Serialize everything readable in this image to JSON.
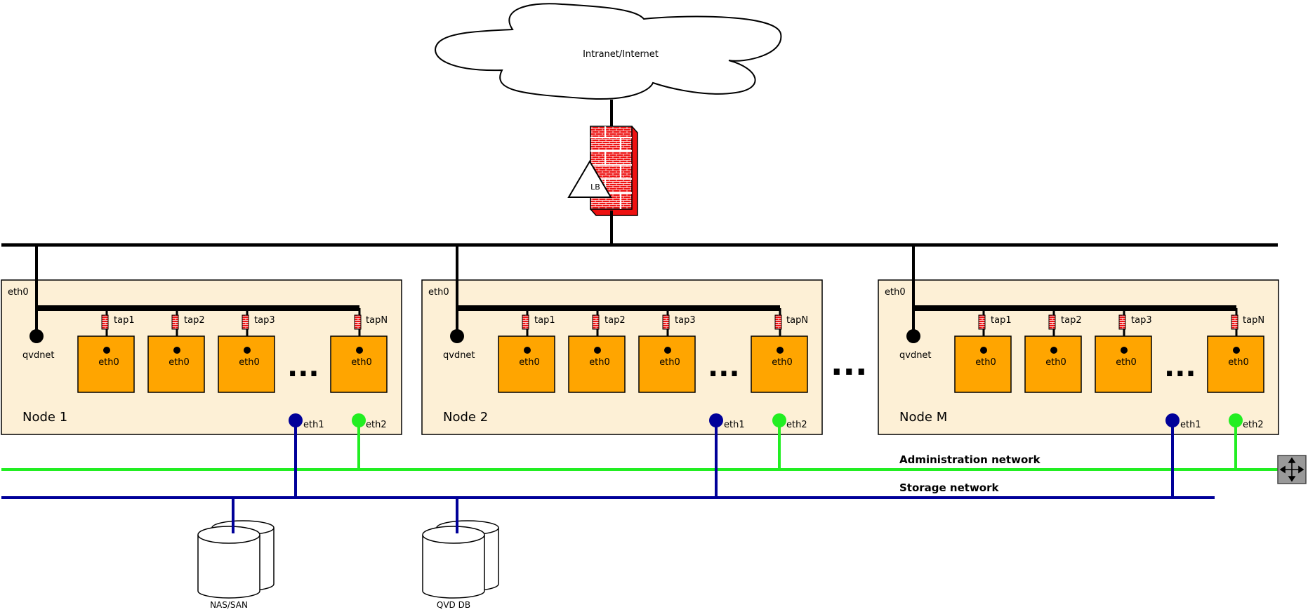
{
  "cloud": {
    "label": "Intranet/Internet"
  },
  "firewall": {
    "lb_label": "LB"
  },
  "ellipsis": "...",
  "nodes": [
    {
      "title": "Node 1",
      "uplink": "eth0",
      "bridge": "qvdnet",
      "taps": [
        "tap1",
        "tap2",
        "tap3",
        "tapN"
      ],
      "vm_iface": "eth0",
      "eth1": "eth1",
      "eth2": "eth2"
    },
    {
      "title": "Node 2",
      "uplink": "eth0",
      "bridge": "qvdnet",
      "taps": [
        "tap1",
        "tap2",
        "tap3",
        "tapN"
      ],
      "vm_iface": "eth0",
      "eth1": "eth1",
      "eth2": "eth2"
    },
    {
      "title": "Node M",
      "uplink": "eth0",
      "bridge": "qvdnet",
      "taps": [
        "tap1",
        "tap2",
        "tap3",
        "tapN"
      ],
      "vm_iface": "eth0",
      "eth1": "eth1",
      "eth2": "eth2"
    }
  ],
  "networks": {
    "admin": {
      "label": "Administration network",
      "color": "#22ee22"
    },
    "storage": {
      "label": "Storage network",
      "color": "#000099"
    }
  },
  "storage_devices": [
    {
      "label": "NAS/SAN"
    },
    {
      "label": "QVD DB"
    }
  ],
  "colors": {
    "node_bg": "#fdf0d6",
    "vm_fill": "#ffa500",
    "firewall": "#ee1111",
    "switch": "#999999"
  },
  "icons": {
    "firewall": "brick-firewall-icon",
    "load_balancer": "triangle-lb-icon",
    "switch": "network-switch-icon",
    "database": "cylinder-database-icon",
    "tap": "brick-tap-icon"
  }
}
